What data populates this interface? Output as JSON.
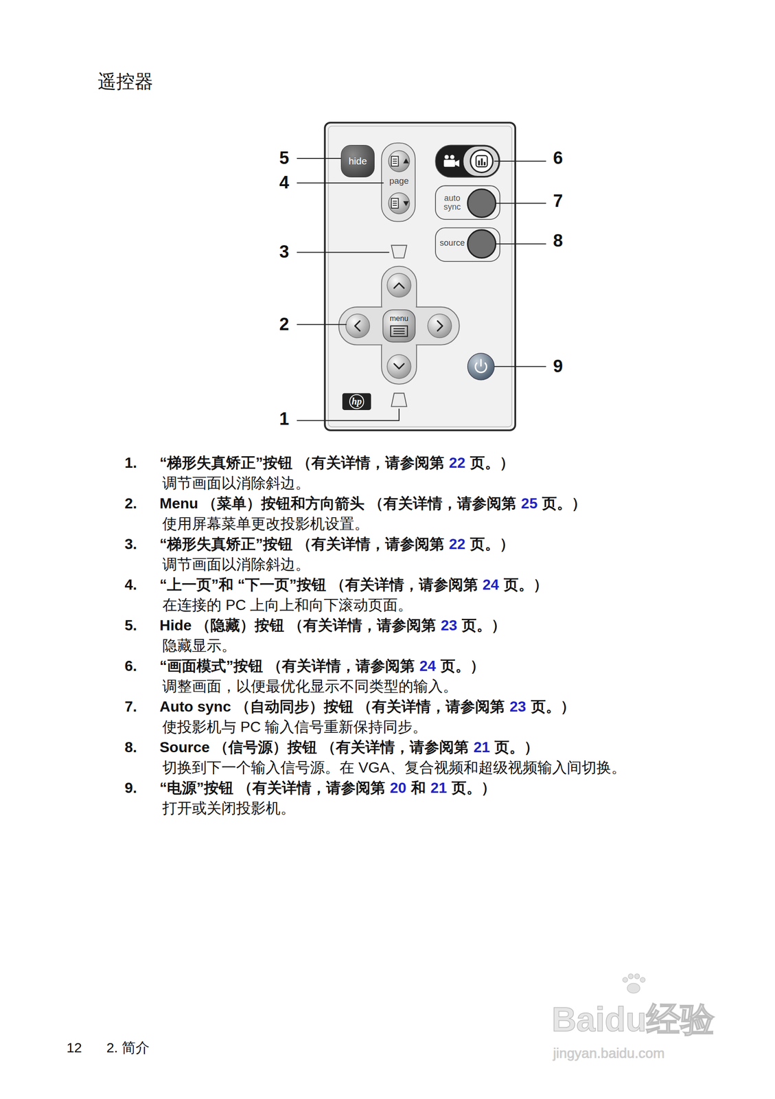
{
  "diagram": {
    "title": "遥控器",
    "nodes": [
      {
        "text": [
          "hide"
        ]
      },
      {
        "text": [
          "page"
        ]
      },
      {
        "text": [
          "auto sync"
        ]
      },
      {
        "text": [
          "source"
        ]
      },
      {
        "text": [
          "menu"
        ]
      }
    ],
    "labels": [
      "5",
      "4",
      "3",
      "2",
      "1",
      "6",
      "7",
      "8",
      "9",
      "hp",
      "1.",
      "“梯形失真矫正”按钮 （有关详情，请参阅第",
      "22",
      "页。）",
      "调节画面以消除斜边。",
      "2.",
      "Menu （菜单）按钮和方向箭头 （有关详情，请参阅第",
      "25",
      "页。）",
      "使用屏幕菜单更改投影机设置。",
      "3.",
      "“梯形失真矫正”按钮 （有关详情，请参阅第",
      "22",
      "页。）",
      "调节画面以消除斜边。",
      "4.",
      "“上一页”和 “下一页”按钮 （有关详情，请参阅第",
      "24",
      "页。）",
      "在连接的 PC 上向上和向下滚动页面。",
      "5.",
      "Hide （隐藏）按钮 （有关详情，请参阅第",
      "23",
      "页。）",
      "隐藏显示。",
      "6.",
      "“画面模式”按钮 （有关详情，请参阅第",
      "24",
      "页。）",
      "调整画面，以便最优化显示不同类型的输入。",
      "7.",
      "Auto sync （自动同步）按钮 （有关详情，请参阅第",
      "23",
      "页。）",
      "使投影机与 PC 输入信号重新保持同步。",
      "8.",
      "Source （信号源）按钮 （有关详情，请参阅第",
      "21",
      "页。）",
      "切换到下一个输入信号源。在 VGA、复合视频和超级视频输入间切换。",
      "9.",
      "“电源”按钮 （有关详情，请参阅第",
      "20",
      "和",
      "21",
      "页。）",
      "打开或关闭投影机。",
      "12",
      "2. 简介",
      "Baidu经验",
      "jingyan.baidu.com"
    ]
  }
}
